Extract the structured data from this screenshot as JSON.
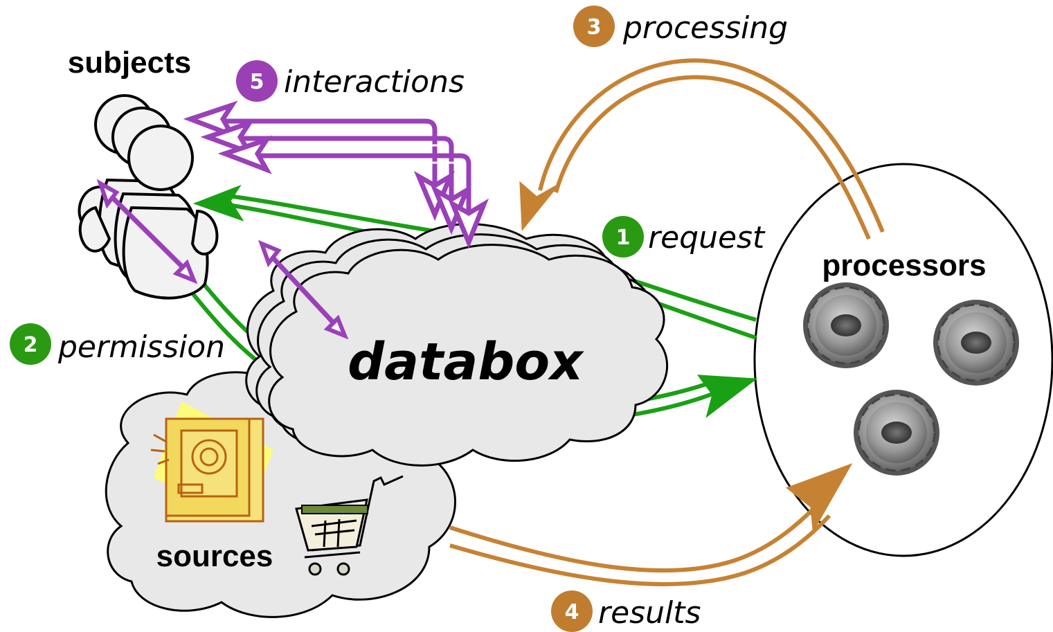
{
  "labels": {
    "subjects": "subjects",
    "processors": "processors",
    "sources": "sources",
    "databox": "databox"
  },
  "steps": [
    {
      "number": "1",
      "text": "request",
      "color": "#2a9a12"
    },
    {
      "number": "2",
      "text": "permission",
      "color": "#2a9a12"
    },
    {
      "number": "3",
      "text": "processing",
      "color": "#c07d30"
    },
    {
      "number": "4",
      "text": "results",
      "color": "#c07d30"
    },
    {
      "number": "5",
      "text": "interactions",
      "color": "#9b3fb5"
    }
  ],
  "colors": {
    "green": "#1aa015",
    "orange": "#c68233",
    "purple": "#9a40b8"
  },
  "icons": [
    "person-icon",
    "gear-icon",
    "safe-icon",
    "shopping-cart-icon"
  ]
}
